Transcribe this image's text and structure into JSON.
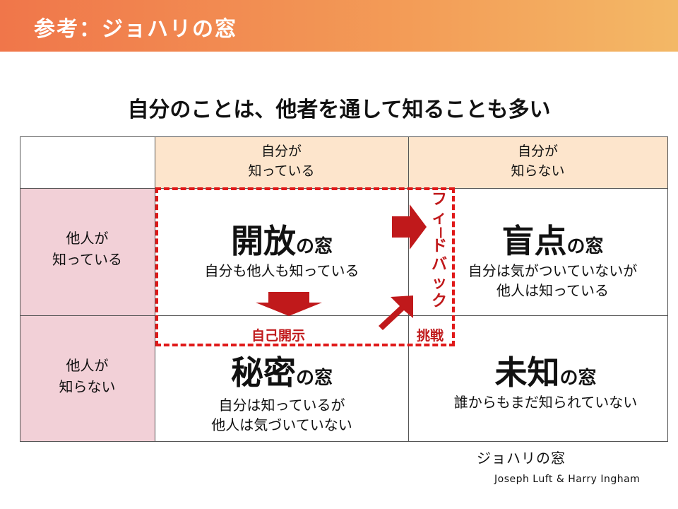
{
  "header": {
    "title": "参考：ジョハリの窓"
  },
  "subtitle": "自分のことは、他者を通して知ることも多い",
  "columns": {
    "known_self": [
      "自分が",
      "知っている"
    ],
    "unknown_self": [
      "自分が",
      "知らない"
    ]
  },
  "rows": {
    "known_others": [
      "他人が",
      "知っている"
    ],
    "unknown_others": [
      "他人が",
      "知らない"
    ]
  },
  "windows": {
    "open": {
      "main": "開放",
      "suffix": "の窓",
      "desc": [
        "自分も他人も知っている"
      ]
    },
    "blind": {
      "main": "盲点",
      "suffix": "の窓",
      "desc": [
        "自分は気がついていないが",
        "他人は知っている"
      ]
    },
    "hidden": {
      "main": "秘密",
      "suffix": "の窓",
      "desc": [
        "自分は知っているが",
        "他人は気づいていない"
      ]
    },
    "unknown": {
      "main": "未知",
      "suffix": "の窓",
      "desc": [
        "誰からもまだ知られていない"
      ]
    }
  },
  "labels": {
    "feedback": [
      "フ",
      "ィ",
      "ー",
      "ド",
      "バ",
      "ッ",
      "ク"
    ],
    "self_disclosure": "自己開示",
    "challenge": "挑戦"
  },
  "caption": "ジョハリの窓",
  "credit": "Joseph Luft & Harry Ingham",
  "colors": {
    "header_start": "#f0764a",
    "header_end": "#f3b866",
    "column_header_bg": "#fde5cc",
    "row_header_bg": "#f2d0d7",
    "accent_red": "#c0191b",
    "dashed_red": "#e01919"
  }
}
